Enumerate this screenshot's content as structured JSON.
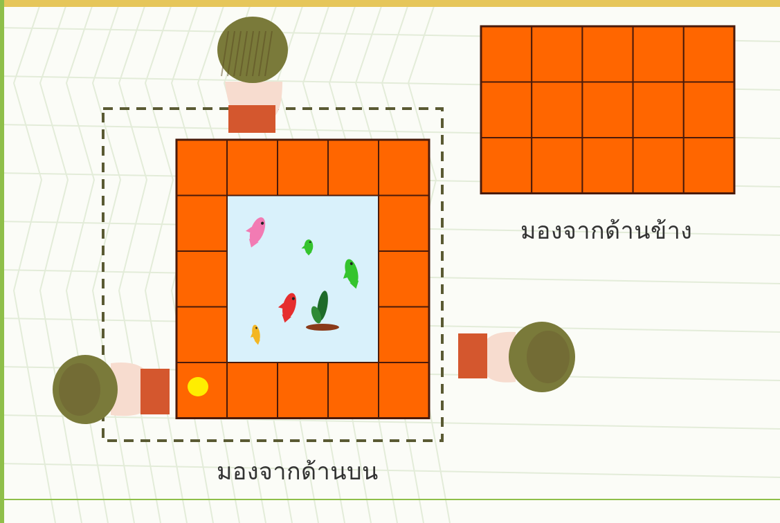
{
  "labels": {
    "side_view": "มองจากด้านข้าง",
    "top_view": "มองจากด้านบน"
  },
  "colors": {
    "brick": "#ff6600",
    "brick_border": "#4a1a0a",
    "water": "#d9f1fb",
    "dashed_frame": "#5a5a33",
    "hair": "#7a7a3a",
    "shirt": "#d4572e",
    "skin": "#f7dccf",
    "background": "#fbfcf7",
    "accent_gold": "#e6c65a",
    "border_green": "#8fbf4a"
  },
  "top_view_pond": {
    "grid_cols": 5,
    "grid_rows": 5,
    "inner_open_cols": 3,
    "inner_open_rows": 3,
    "fish": [
      {
        "color": "#f27bb3",
        "kind": "pink-fish"
      },
      {
        "color": "#35c42e",
        "kind": "small-green-fish"
      },
      {
        "color": "#35c42e",
        "kind": "green-fish"
      },
      {
        "color": "#e62e2e",
        "kind": "red-fish"
      },
      {
        "color": "#f3b623",
        "kind": "yellow-fish"
      }
    ],
    "marker_color": "#ffee00"
  },
  "side_view_wall": {
    "grid_cols": 5,
    "grid_rows": 3
  },
  "people_count": 3
}
